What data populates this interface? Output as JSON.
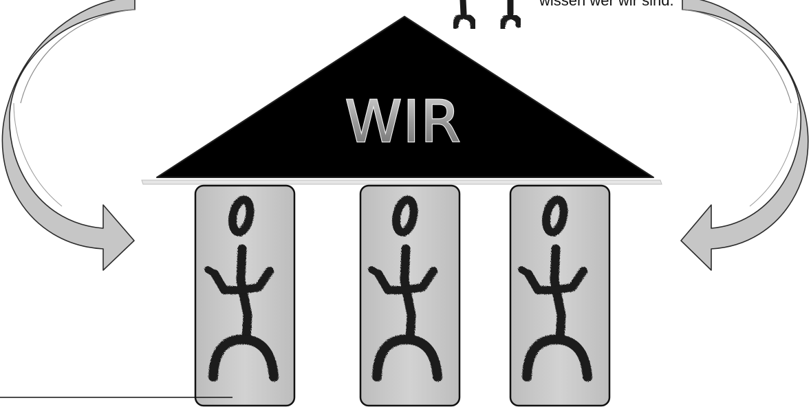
{
  "roof": {
    "label": "WIR"
  },
  "top_text": {
    "line": "wissen wer wir sind."
  },
  "pillars": [
    {
      "label": "",
      "figure": "stick-figure"
    },
    {
      "label": "",
      "figure": "stick-figure"
    },
    {
      "label": "",
      "figure": "stick-figure"
    }
  ],
  "colors": {
    "roof_fill": "#000000",
    "roof_text_fill": "#8c8c8c",
    "pillar_fill": "#c9c9c9",
    "arrow_fill": "#c6c6c6",
    "figure_ink": "#1a1a1a"
  },
  "icons": [
    "left-curved-arrow-icon",
    "right-curved-arrow-icon",
    "stick-figure-icon"
  ]
}
